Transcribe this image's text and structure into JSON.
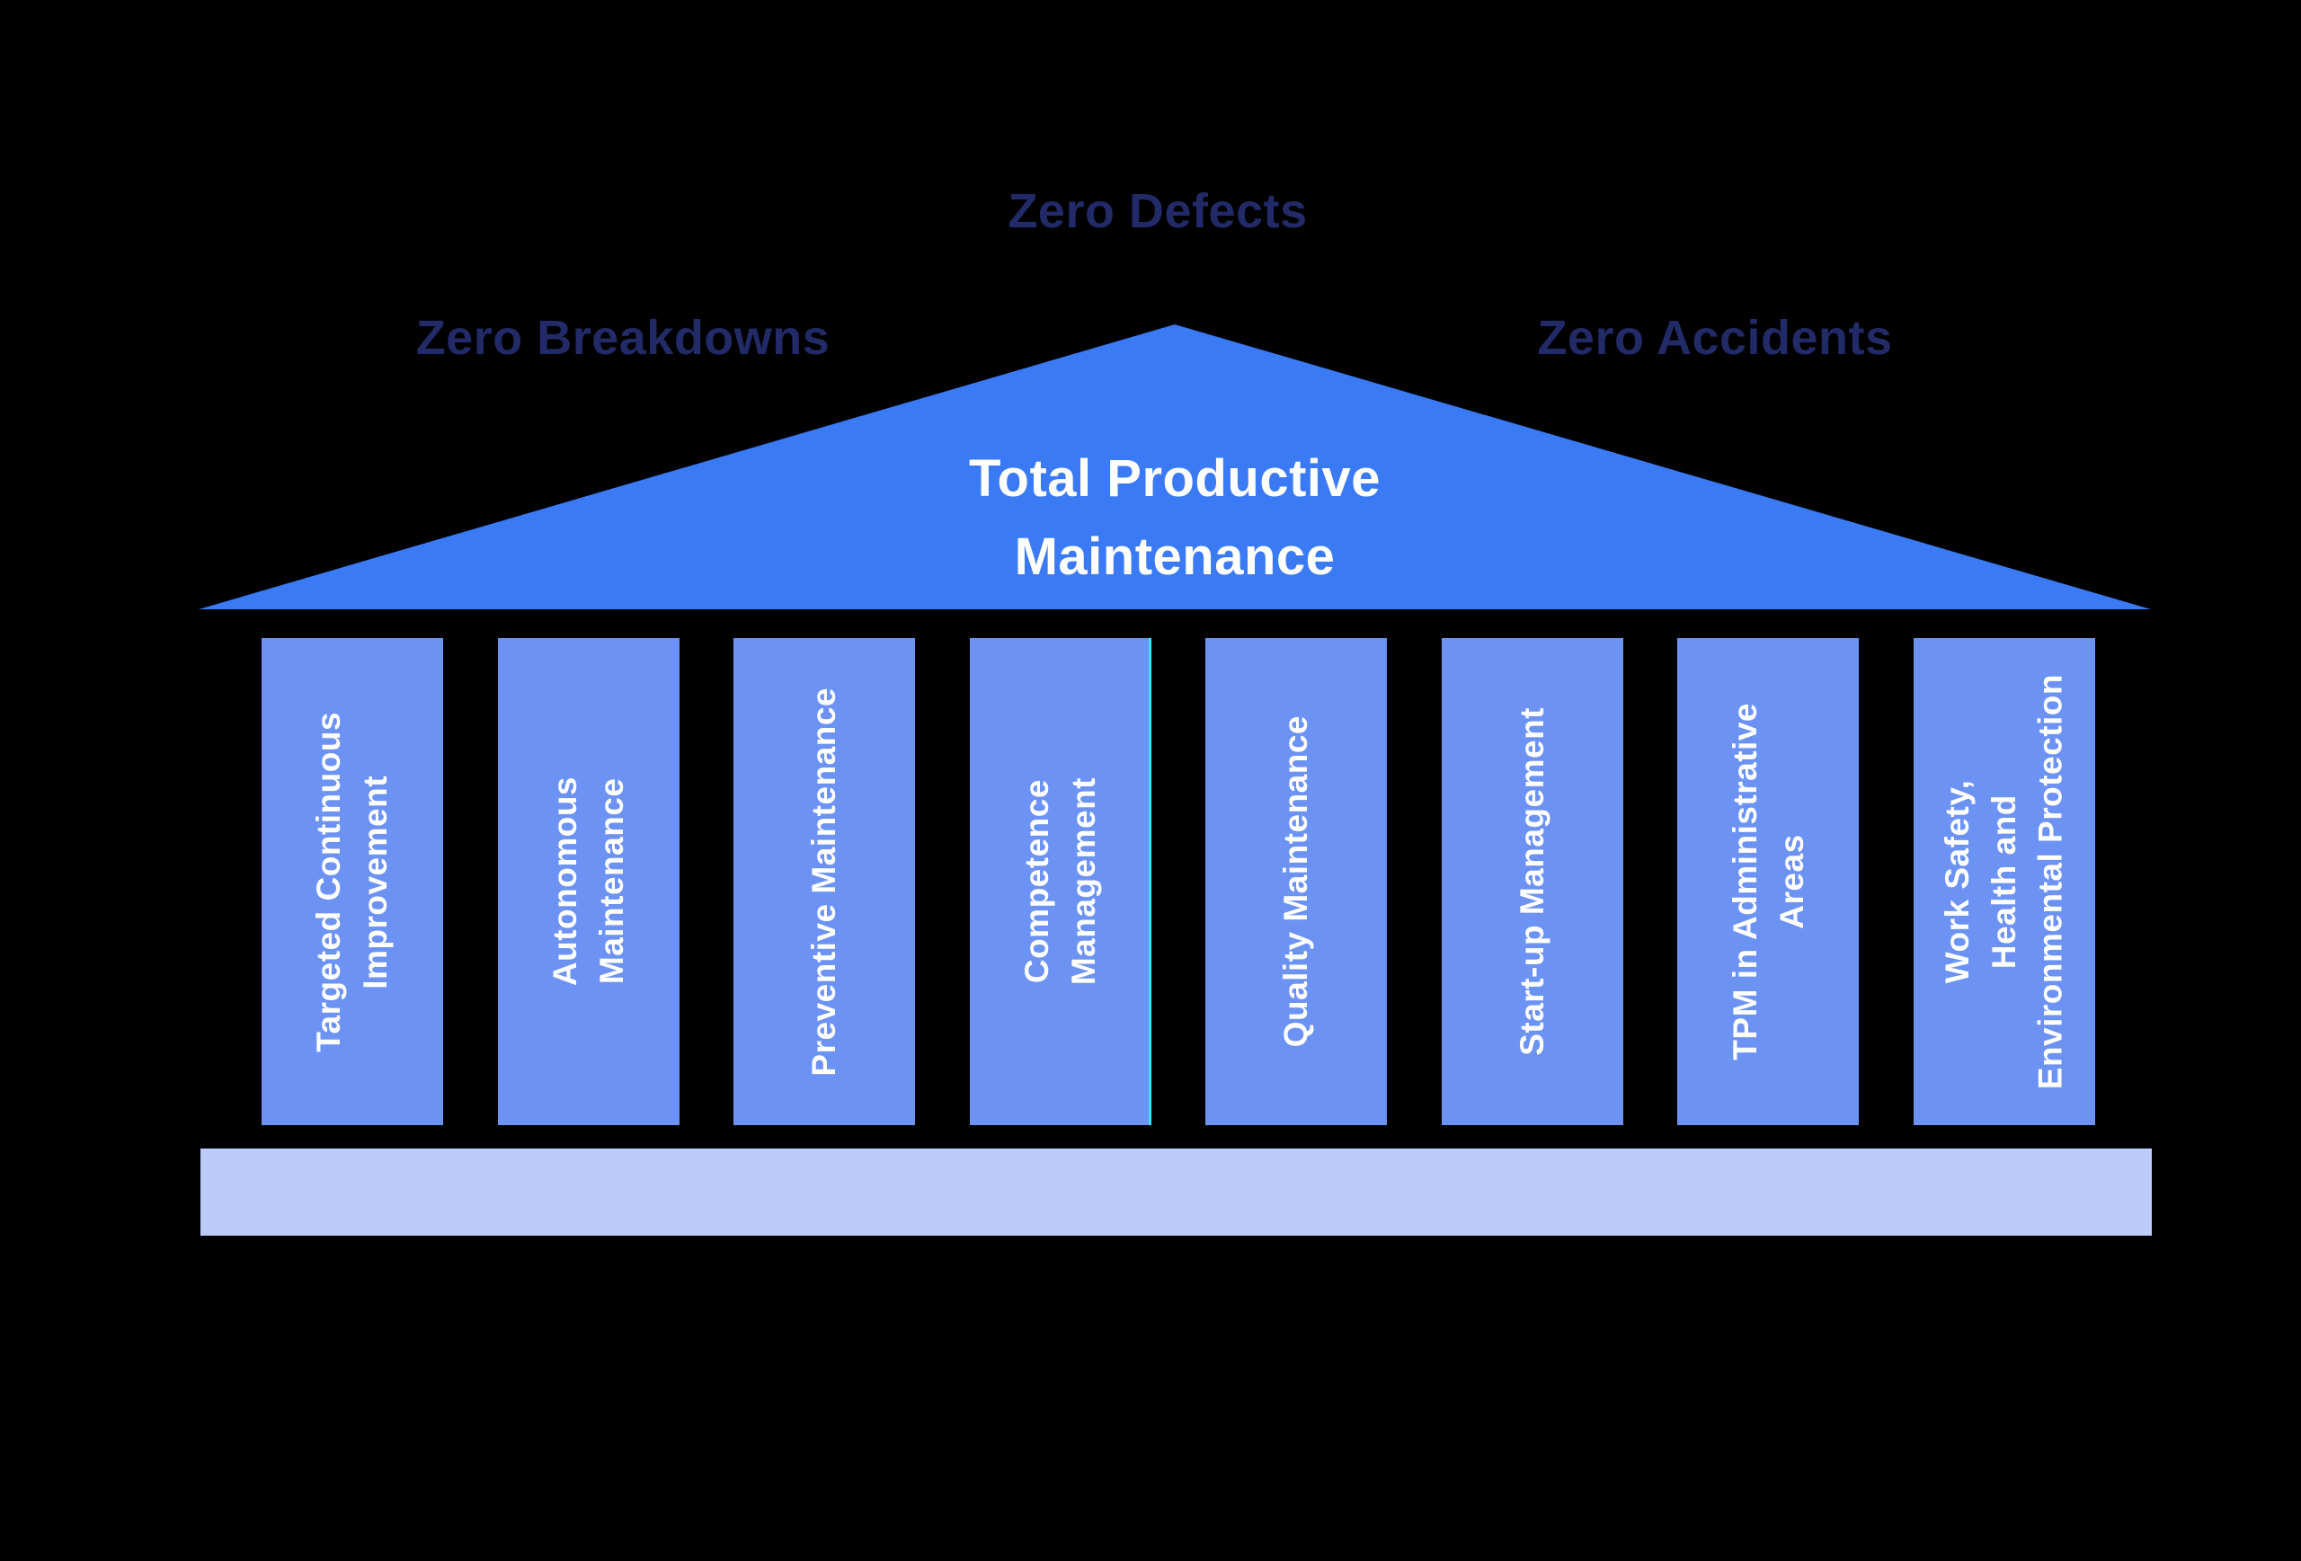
{
  "colors": {
    "background": "#000000",
    "roof_fill": "#3B7AF5",
    "pillar_fill": "#6C92F3",
    "base_fill": "#BCCBF9",
    "heading_text": "#222A68",
    "roof_text": "#FFFFFF",
    "pillar_text": "#FFFFFF",
    "edge_artifact": "#35E2FF"
  },
  "apex_labels": {
    "top": "Zero Defects",
    "left": "Zero Breakdowns",
    "right": "Zero Accidents"
  },
  "roof": {
    "title": "Total Productive\nMaintenance"
  },
  "pillars": [
    {
      "label": "Targeted Continuous\nImprovement"
    },
    {
      "label": "Autonomous\nMaintenance"
    },
    {
      "label": "Preventive Maintenance"
    },
    {
      "label": "Competence\nManagement"
    },
    {
      "label": "Quality Maintenance"
    },
    {
      "label": "Start-up Management"
    },
    {
      "label": "TPM in Administrative\nAreas"
    },
    {
      "label": "Work Safety,\nHealth and\nEnvironmental Protection"
    }
  ]
}
